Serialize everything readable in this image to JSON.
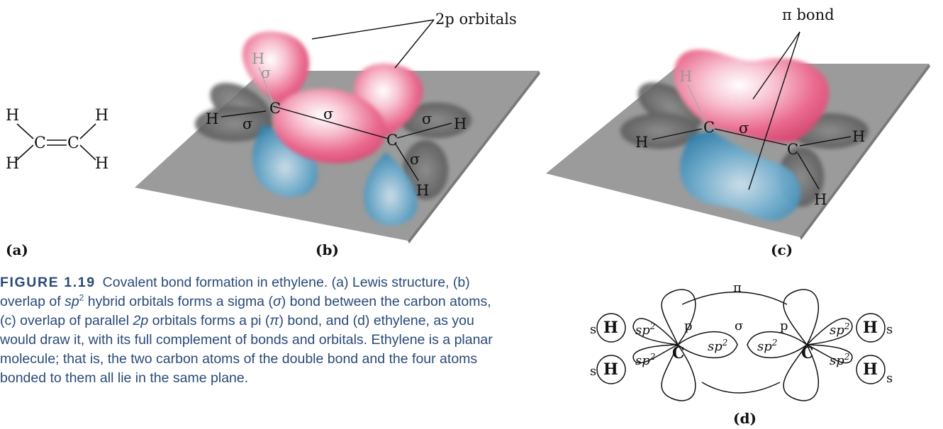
{
  "panels": {
    "a": {
      "label": "(a)",
      "atoms": {
        "h_tl": "H",
        "h_bl": "H",
        "h_tr": "H",
        "h_br": "H",
        "c_left": "C",
        "c_right": "C"
      }
    },
    "b": {
      "label": "(b)",
      "callout": "2p orbitals",
      "atoms": {
        "c1": "C",
        "c2": "C",
        "h_left": "H",
        "h_back": "H",
        "h_right": "H",
        "h_bottom": "H"
      },
      "sigma": "σ"
    },
    "c": {
      "label": "(c)",
      "callout": "π bond",
      "atoms": {
        "c1": "C",
        "c2": "C",
        "h_left": "H",
        "h_back": "H",
        "h_right": "H",
        "h_bottom": "H"
      },
      "sigma": "σ"
    },
    "d": {
      "label": "(d)",
      "pi": "π",
      "sigma": "σ",
      "p": "p",
      "sp2": "sp",
      "sp2_sup": "2",
      "s": "s",
      "h": "H",
      "c": "C"
    }
  },
  "caption": {
    "figure_label": "FIGURE 1.19",
    "text_1": "Covalent bond formation in ethylene. (a) Lewis structure, (b) overlap of ",
    "sp": "sp",
    "sp_sup": "2",
    "text_2": " hybrid orbitals forms a sigma (",
    "sigma": "σ",
    "text_3": ") bond between the carbon atoms, (c) overlap of parallel ",
    "two_p": "2p",
    "text_4": " orbitals forms a pi (",
    "pi": "π",
    "text_5": ") bond, and (d) ethylene, as you would draw it, with its full complement of bonds and orbitals. Ethylene is a planar molecule; that is, the two carbon atoms of the double bond and the four atoms bonded to them all lie in the same plane."
  },
  "colors": {
    "plane": "#9a9a9a",
    "pink_orbital": "#ea6a8e",
    "blue_orbital": "#3a8cb8",
    "shadow_lobe": "#5a5a5a",
    "caption_text": "#2a4a78"
  }
}
